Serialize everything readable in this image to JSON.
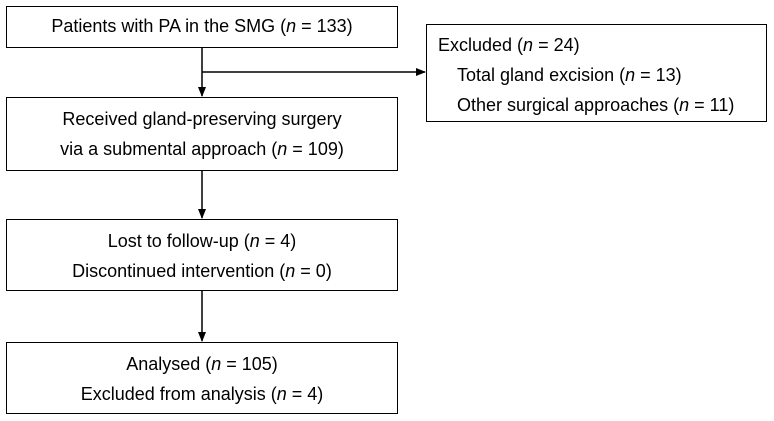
{
  "flow": {
    "enrolled": {
      "pre": "Patients with PA in the SMG (",
      "n": "n",
      "post": " = 133)"
    },
    "surgery": {
      "line1": "Received gland-preserving surgery",
      "line2_pre": "via a submental approach (",
      "n": "n",
      "line2_post": " = 109)"
    },
    "followup": {
      "line1_pre": "Lost to follow-up (",
      "n1": "n",
      "line1_post": " = 4)",
      "line2_pre": "Discontinued intervention (",
      "n2": "n",
      "line2_post": " = 0)"
    },
    "analysis": {
      "line1_pre": "Analysed (",
      "n1": "n",
      "line1_post": " = 105)",
      "line2_pre": "Excluded from analysis (",
      "n2": "n",
      "line2_post": " = 4)"
    }
  },
  "excluded": {
    "title_pre": "Excluded (",
    "title_n": "n",
    "title_post": " = 24)",
    "item1_pre": "Total gland excision (",
    "item1_n": "n",
    "item1_post": " = 13)",
    "item2_pre": "Other surgical approaches (",
    "item2_n": "n",
    "item2_post": " = 11)"
  }
}
